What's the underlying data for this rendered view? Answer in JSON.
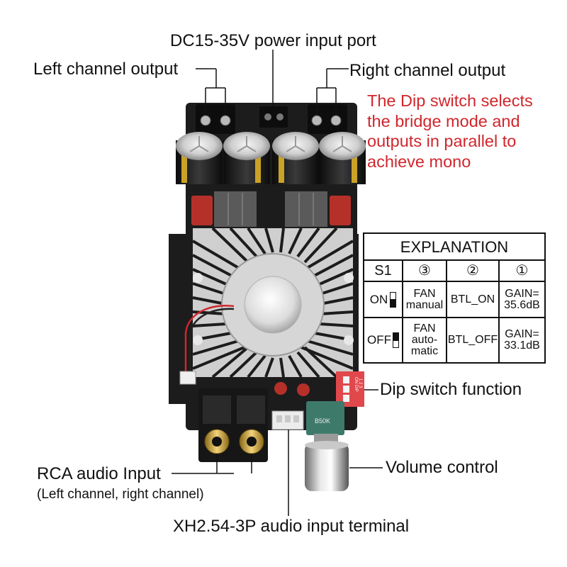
{
  "labels": {
    "power": "DC15-35V power input port",
    "left_output": "Left channel output",
    "right_output": "Right channel output",
    "dip_note": [
      "The Dip switch selects",
      "the bridge mode and",
      "outputs in parallel to",
      "achieve mono"
    ],
    "dip_function": "Dip switch function",
    "volume": "Volume control",
    "rca_input": "RCA audio Input",
    "rca_sub": "(Left channel, right channel)",
    "xh_terminal": "XH2.54-3P audio input terminal"
  },
  "table": {
    "title": "EXPLANATION",
    "header": {
      "s1": "S1",
      "c3": "③",
      "c2": "②",
      "c1": "①"
    },
    "row_on": {
      "state": "ON",
      "fan_line1": "FAN",
      "fan_line2": "manual",
      "btl": "BTL_ON",
      "gain_line1": "GAIN=",
      "gain_line2": "35.6dB"
    },
    "row_off": {
      "state": "OFF",
      "fan_line1": "FAN",
      "fan_line2": "auto-",
      "fan_line3": "matic",
      "btl": "BTL_OFF",
      "gain_line1": "GAIN=",
      "gain_line2": "33.1dB"
    }
  },
  "board_markings": {
    "dip_label": "ON DIP",
    "dip_numbers": "1 2 3",
    "pot_label": "B50K"
  },
  "colors": {
    "accent_red": "#d0262c",
    "board": "#1b1b1b",
    "capacitor_gold": "#c9a227",
    "dip_switch": "#e0484c"
  }
}
